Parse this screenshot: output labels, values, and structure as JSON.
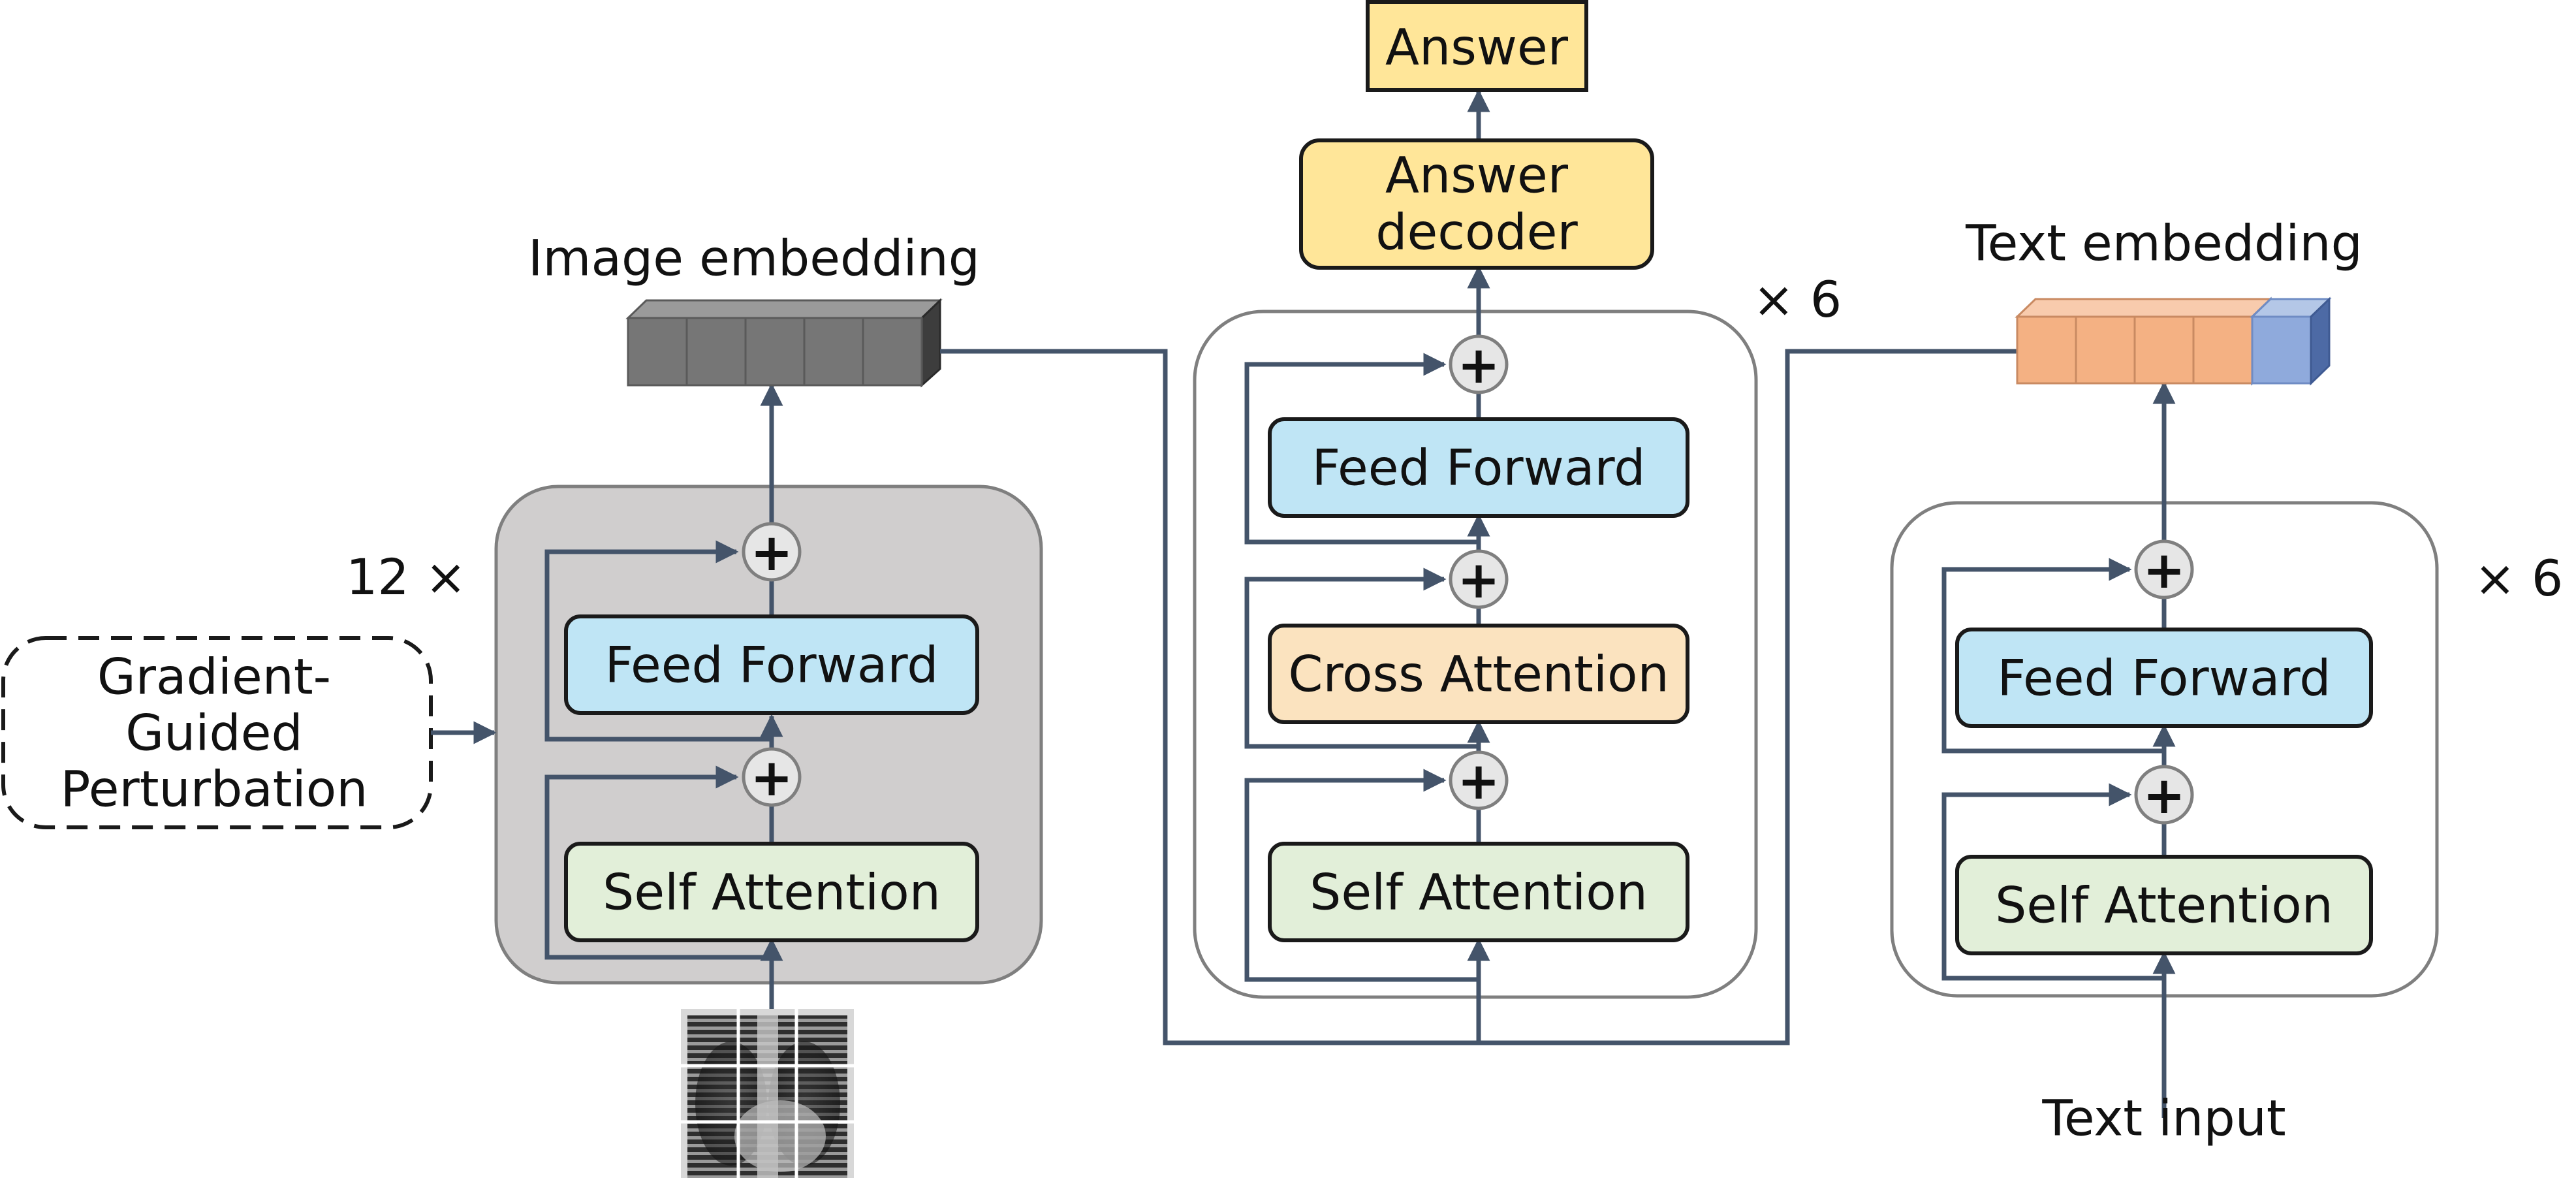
{
  "image_branch": {
    "embedding_label": "Image embedding",
    "repeat": "12 ×",
    "feed_forward": "Feed Forward",
    "self_attention": "Self Attention",
    "plus": "+",
    "perturbation_lines": [
      "Gradient-",
      "Guided",
      "Perturbation"
    ]
  },
  "fusion_branch": {
    "repeat": "× 6",
    "feed_forward": "Feed Forward",
    "cross_attention": "Cross Attention",
    "self_attention": "Self Attention",
    "plus": "+",
    "decoder_lines": [
      "Answer",
      "decoder"
    ],
    "answer": "Answer"
  },
  "text_branch": {
    "embedding_label": "Text embedding",
    "repeat": "× 6",
    "feed_forward": "Feed Forward",
    "self_attention": "Self Attention",
    "plus": "+",
    "input_label": "Text input"
  },
  "colors": {
    "line": "#44546a",
    "feed_forward_fill": "#bfe5f5",
    "self_attention_fill": "#e2efd9",
    "cross_attention_fill": "#fbe3bf",
    "answer_fill": "#ffe699",
    "image_block_fill": "#d0cece",
    "image_token": "#767676",
    "text_token": "#f4b183",
    "text_token_special": "#8faadc",
    "plus_fill": "#e6e6e6"
  }
}
